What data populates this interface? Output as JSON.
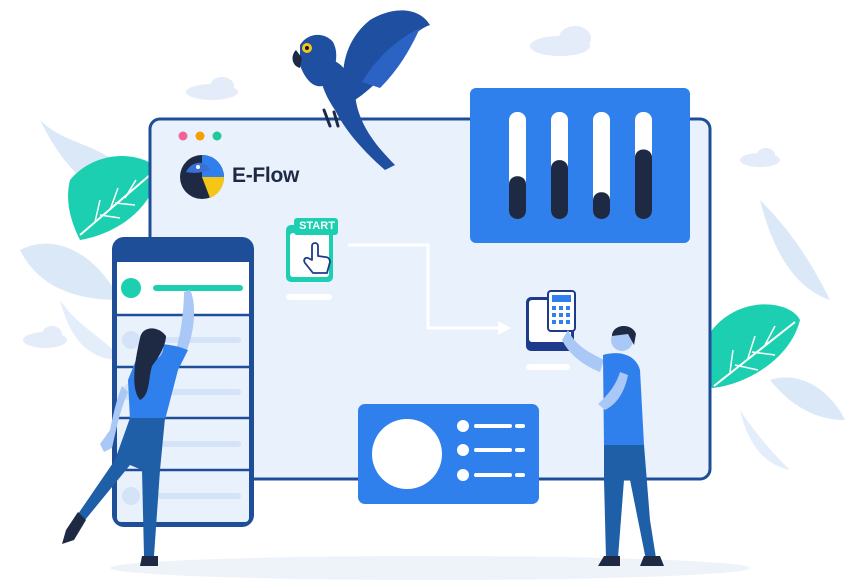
{
  "app": {
    "brand_name": "E-Flow",
    "start_label": "START"
  },
  "colors": {
    "primary_blue": "#2f80ed",
    "navy": "#1e3a8a",
    "teal": "#1ccfb0",
    "window_bg": "#e9f1fd",
    "window_border": "#1f4e99",
    "dot_pink": "#f06595",
    "dot_orange": "#f59f00",
    "dot_teal": "#20c997"
  },
  "icons": {
    "logo": "parrot-logo-icon",
    "start": "hand-pointer-icon",
    "calculator": "calculator-icon",
    "bird": "macaw-parrot-icon"
  },
  "equalizer": {
    "levels": [
      0.4,
      0.55,
      0.25,
      0.65
    ]
  }
}
